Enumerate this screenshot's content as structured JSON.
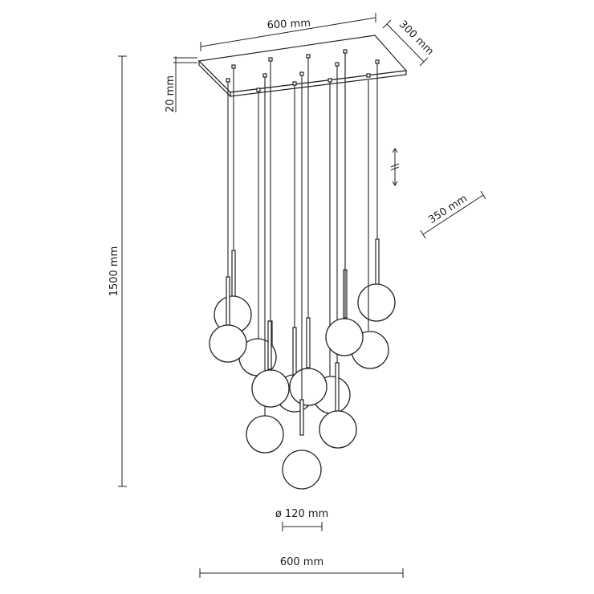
{
  "dimensions": {
    "canopy_length": "600 mm",
    "canopy_depth": "300 mm",
    "canopy_height": "20 mm",
    "total_height": "1500 mm",
    "cord_adjust": "350 mm",
    "globe_diameter": "ø 120 mm",
    "bottom_width": "600 mm"
  },
  "colors": {
    "line": "#222222",
    "background": "#ffffff"
  }
}
